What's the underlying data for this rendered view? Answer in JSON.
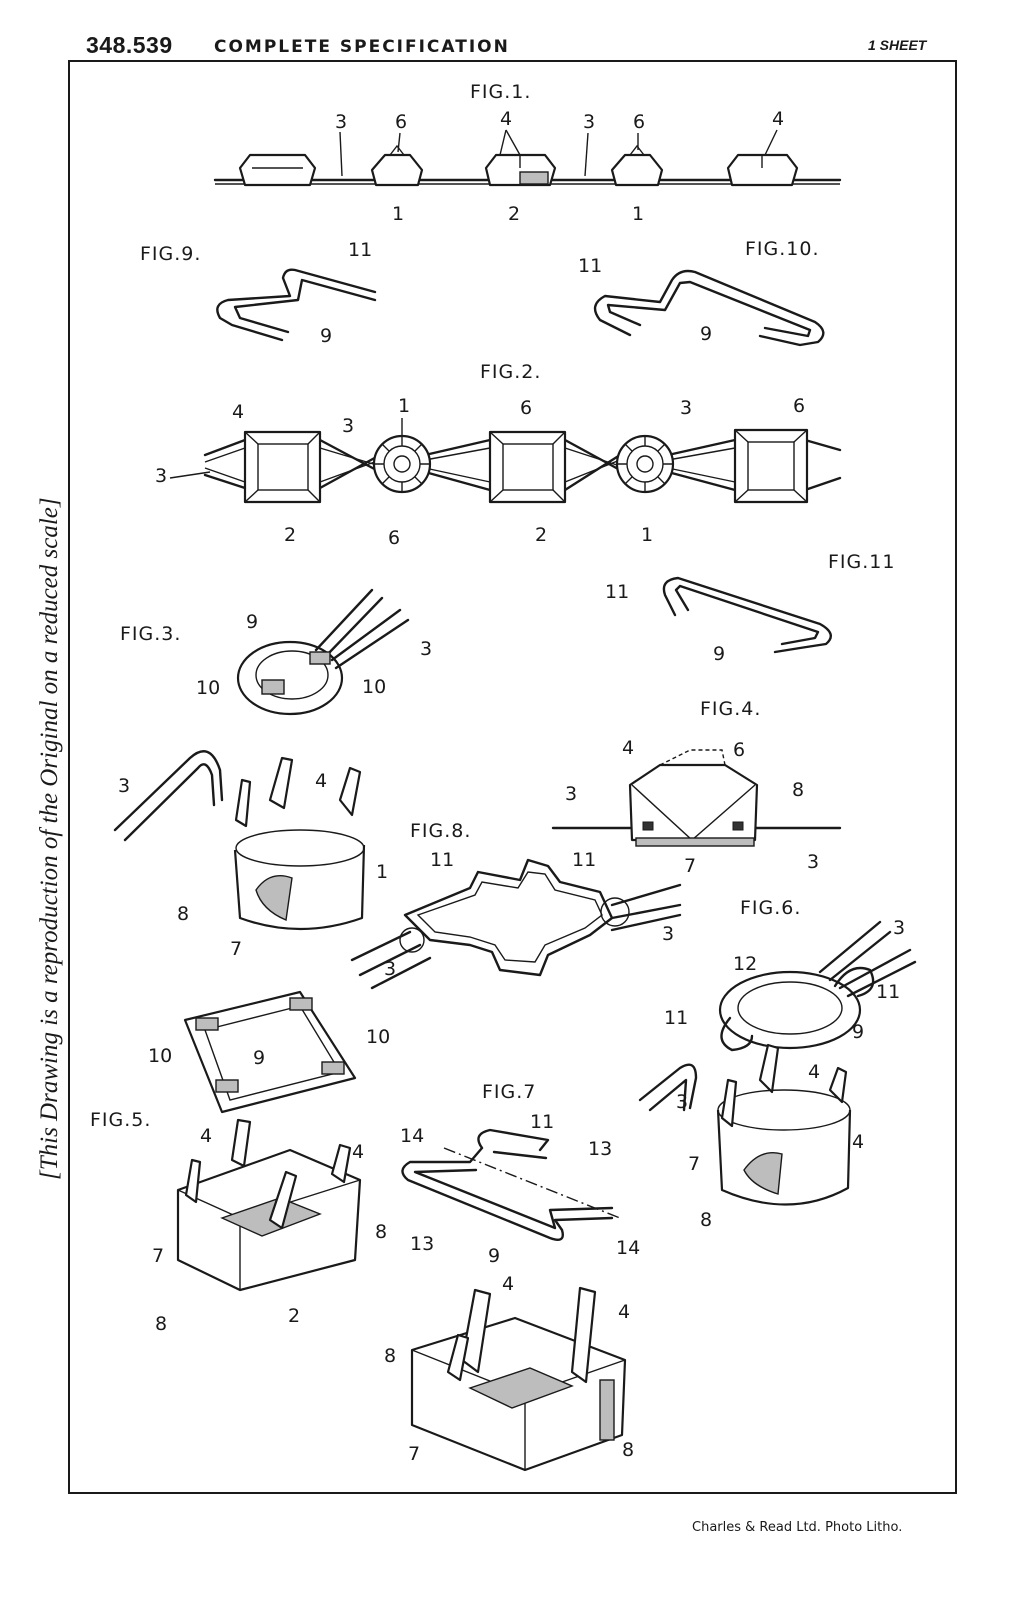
{
  "header": {
    "patent_number": "348.539",
    "title": "COMPLETE SPECIFICATION",
    "sheet": "1 SHEET"
  },
  "side_note": "[This Drawing is a reproduction of the Original on a reduced scale]",
  "footer": "Charles & Read Ltd. Photo Litho.",
  "figures": {
    "fig1": "FIG.1.",
    "fig2": "FIG.2.",
    "fig3": "FIG.3.",
    "fig4": "FIG.4.",
    "fig5": "FIG.5.",
    "fig6": "FIG.6.",
    "fig7": "FIG.7",
    "fig8": "FIG.8.",
    "fig9": "FIG.9.",
    "fig10": "FIG.10.",
    "fig11": "FIG.11"
  },
  "reference_numerals": [
    "1",
    "2",
    "3",
    "4",
    "6",
    "7",
    "8",
    "9",
    "10",
    "11",
    "12",
    "13",
    "14"
  ]
}
